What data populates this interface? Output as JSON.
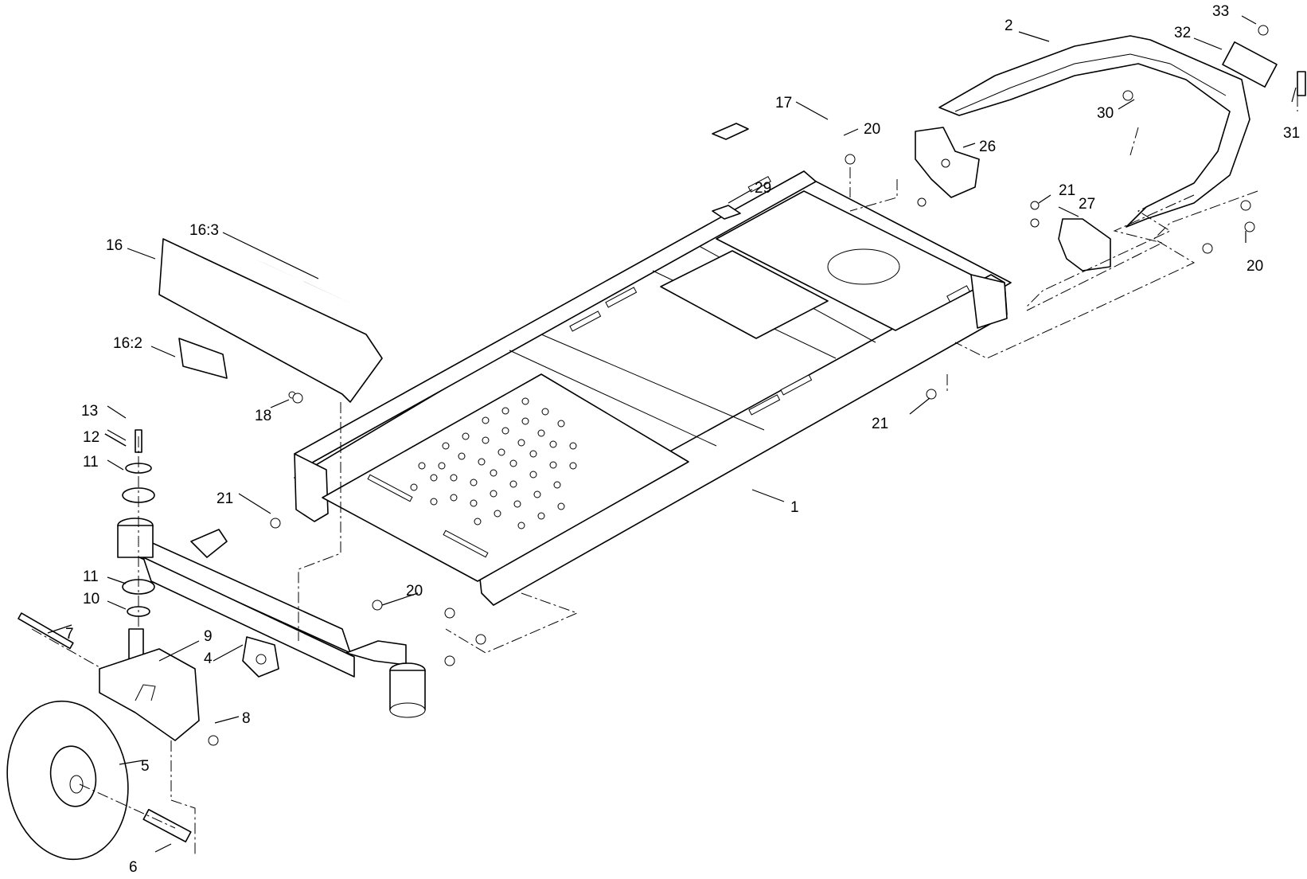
{
  "callouts": [
    {
      "id": "c1",
      "label": "1"
    },
    {
      "id": "c2",
      "label": "2"
    },
    {
      "id": "c4",
      "label": "4"
    },
    {
      "id": "c5",
      "label": "5"
    },
    {
      "id": "c6",
      "label": "6"
    },
    {
      "id": "c7",
      "label": "7"
    },
    {
      "id": "c8",
      "label": "8"
    },
    {
      "id": "c9",
      "label": "9"
    },
    {
      "id": "c10",
      "label": "10"
    },
    {
      "id": "c11a",
      "label": "11"
    },
    {
      "id": "c11b",
      "label": "11"
    },
    {
      "id": "c12",
      "label": "12"
    },
    {
      "id": "c13",
      "label": "13"
    },
    {
      "id": "c16",
      "label": "16"
    },
    {
      "id": "c16_2",
      "label": "16:2"
    },
    {
      "id": "c16_3",
      "label": "16:3"
    },
    {
      "id": "c17",
      "label": "17"
    },
    {
      "id": "c18",
      "label": "18"
    },
    {
      "id": "c20a",
      "label": "20"
    },
    {
      "id": "c20b",
      "label": "20"
    },
    {
      "id": "c20c",
      "label": "20"
    },
    {
      "id": "c21a",
      "label": "21"
    },
    {
      "id": "c21b",
      "label": "21"
    },
    {
      "id": "c21c",
      "label": "21"
    },
    {
      "id": "c26",
      "label": "26"
    },
    {
      "id": "c27",
      "label": "27"
    },
    {
      "id": "c29",
      "label": "29"
    },
    {
      "id": "c30",
      "label": "30"
    },
    {
      "id": "c31",
      "label": "31"
    },
    {
      "id": "c32",
      "label": "32"
    },
    {
      "id": "c33",
      "label": "33"
    }
  ]
}
